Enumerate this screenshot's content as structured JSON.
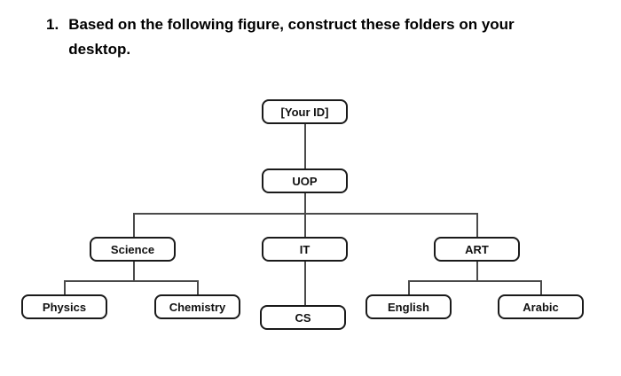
{
  "instruction": {
    "number": "1.",
    "line1": "Based on the following figure, construct these folders on your",
    "line2": "desktop."
  },
  "diagram": {
    "nodes": {
      "root": "[Your ID]",
      "uop": "UOP",
      "science": "Science",
      "it": "IT",
      "art": "ART",
      "physics": "Physics",
      "chemistry": "Chemistry",
      "cs": "CS",
      "english": "English",
      "arabic": "Arabic"
    },
    "structure": {
      "[Your ID]": {
        "UOP": {
          "Science": [
            "Physics",
            "Chemistry"
          ],
          "IT": [
            "CS"
          ],
          "ART": [
            "English",
            "Arabic"
          ]
        }
      }
    },
    "colors": {
      "box_border": "#1a1a1a",
      "connector": "#4a4a4a",
      "text": "#000000",
      "background": "#ffffff"
    }
  }
}
